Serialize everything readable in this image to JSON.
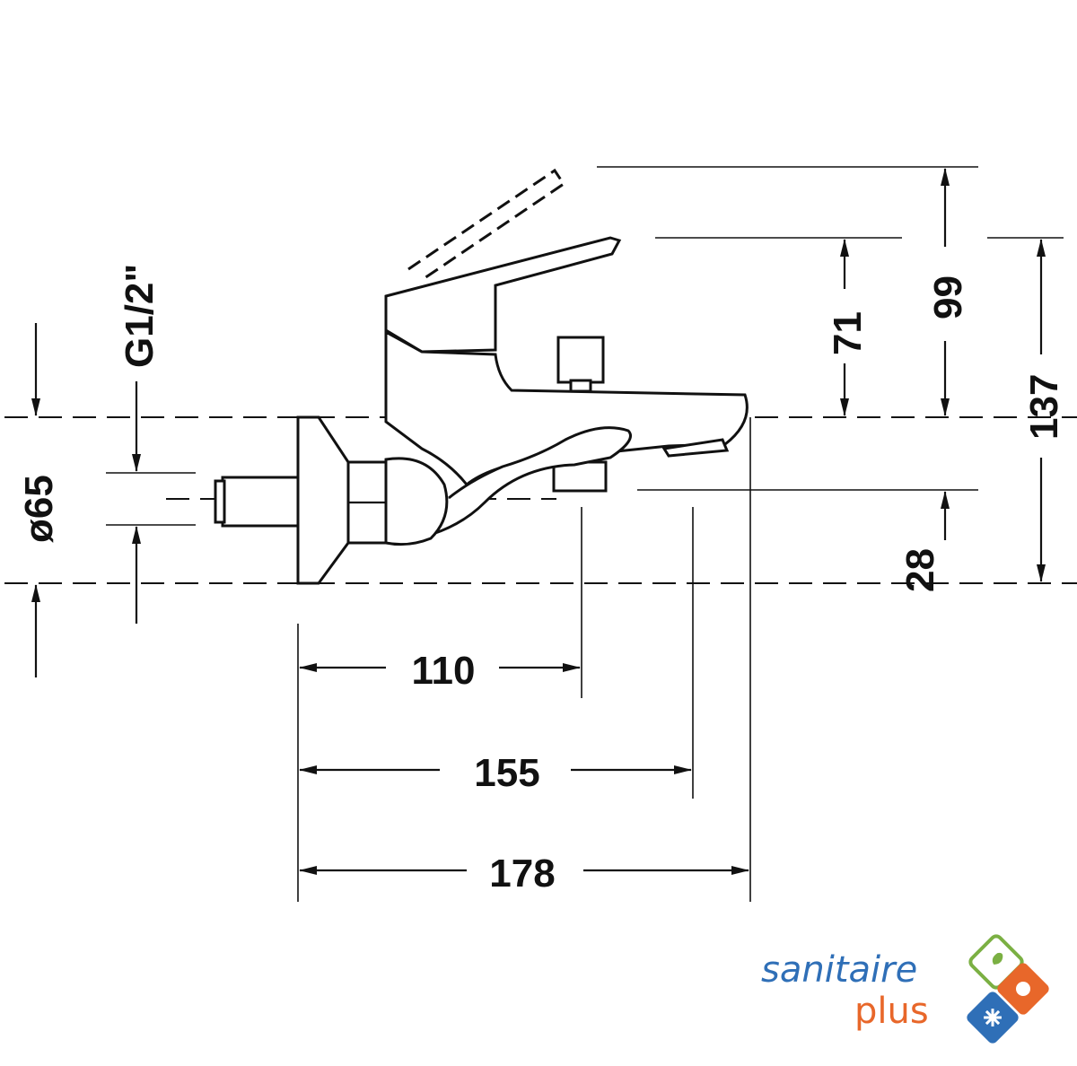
{
  "dimensions": {
    "width_outlet": "110",
    "width_diverter": "155",
    "width_total": "178",
    "height_lever_open": "99",
    "height_lever": "71",
    "height_total": "137",
    "height_outlet": "28",
    "diameter_rosette": "ø65",
    "thread": "G1/2\""
  },
  "logo": {
    "line1": "sanitaire",
    "line2": "plus",
    "colors": {
      "blue": "#2f6fb7",
      "orange": "#e8672a",
      "green": "#7bb043"
    }
  }
}
